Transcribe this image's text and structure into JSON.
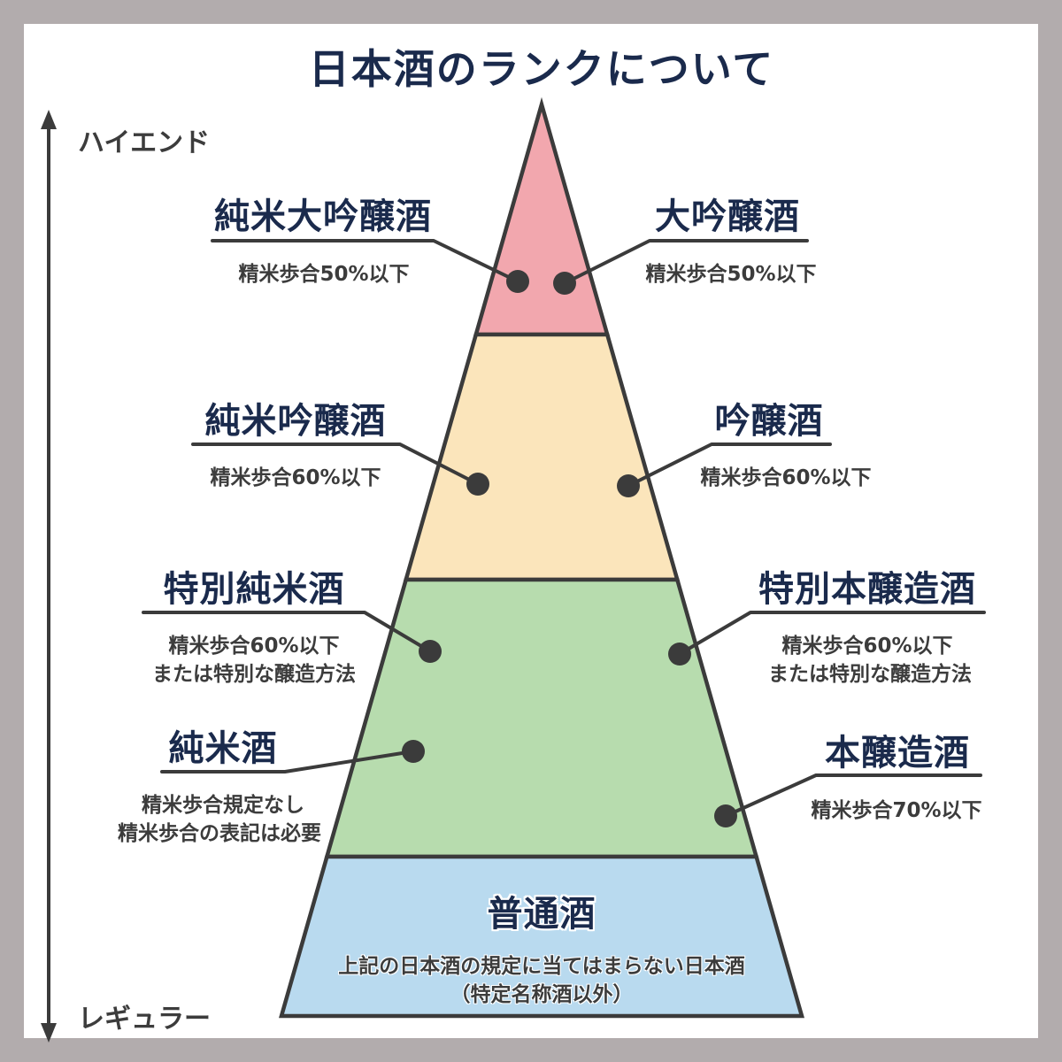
{
  "title": "日本酒のランクについて",
  "axis": {
    "high_label": "ハイエンド",
    "low_label": "レギュラー"
  },
  "labels": {
    "left": [
      {
        "name": "純米大吟醸酒",
        "details": [
          "精米歩合50%以下"
        ]
      },
      {
        "name": "純米吟醸酒",
        "details": [
          "精米歩合60%以下"
        ]
      },
      {
        "name": "特別純米酒",
        "details": [
          "精米歩合60%以下",
          "または特別な醸造方法"
        ]
      },
      {
        "name": "純米酒",
        "details": [
          "精米歩合規定なし",
          "精米歩合の表記は必要"
        ]
      }
    ],
    "right": [
      {
        "name": "大吟醸酒",
        "details": [
          "精米歩合50%以下"
        ]
      },
      {
        "name": "吟醸酒",
        "details": [
          "精米歩合60%以下"
        ]
      },
      {
        "name": "特別本醸造酒",
        "details": [
          "精米歩合60%以下",
          "または特別な醸造方法"
        ]
      },
      {
        "name": "本醸造酒",
        "details": [
          "精米歩合70%以下"
        ]
      }
    ],
    "bottom": {
      "name": "普通酒",
      "details": [
        "上記の日本酒の規定に当てはまらない日本酒",
        "（特定名称酒以外）"
      ]
    }
  },
  "colors": {
    "frame": "#b2acad",
    "outline": "#3b3b3b",
    "title_text": "#1a2a4c",
    "tier_daiginjo": "#f2a7ae",
    "tier_ginjo": "#fbe5bb",
    "tier_junmai_honjozo": "#b7dcae",
    "tier_futsushu": "#b9daef"
  }
}
